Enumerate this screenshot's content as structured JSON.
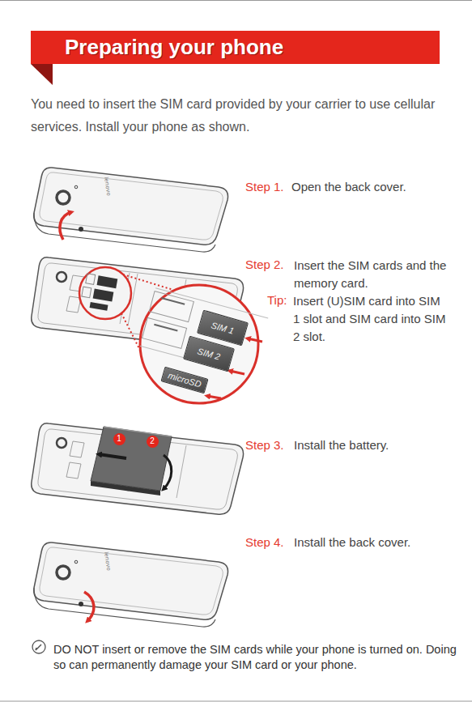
{
  "diagram": {
    "title": "Preparing your phone",
    "nodes": [
      {
        "text": [
          "SIM 1"
        ]
      },
      {
        "text": [
          "SIM 2"
        ]
      },
      {
        "text": [
          "microSD"
        ]
      },
      {
        "text": [
          "1"
        ]
      },
      {
        "text": [
          "2"
        ]
      }
    ],
    "labels": [
      "You need to insert the SIM card provided by your carrier to use cellular services. Install your phone as shown.",
      "Step 1.",
      "Open the back cover.",
      "Step 2.",
      "Insert the SIM cards and the memory card.",
      "Tip:",
      "Insert (U)SIM card into SIM 1 slot and SIM card into SIM 2 slot.",
      "Step 3.",
      "Install the battery.",
      "Step 4.",
      "Install the back cover.",
      "DO NOT insert or remove the SIM cards while your phone is turned on. Doing so can permanently damage your SIM card or your phone.",
      "lenovo",
      "lenovo"
    ]
  }
}
